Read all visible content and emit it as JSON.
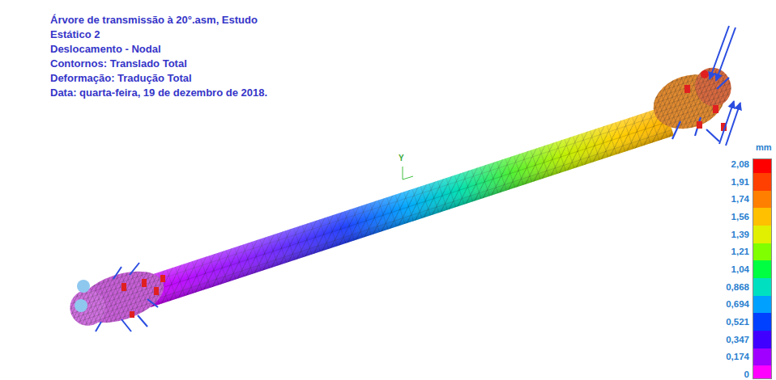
{
  "diagram": {
    "title": "Árvore de transmissão à 20°.asm, Estudo",
    "labels": [
      "Estático 2",
      "Deslocamento - Nodal",
      "Contornos: Translado Total",
      "Deformação: Tradução Total",
      "Data: quarta-feira, 19 de dezembro de 2018.",
      "Y",
      "mm"
    ],
    "legend": [
      {
        "text": "2,08",
        "color": "#ff0000"
      },
      {
        "text": "1,91",
        "color": "#ff4000"
      },
      {
        "text": "1,74",
        "color": "#ff8000"
      },
      {
        "text": "1,56",
        "color": "#ffc000"
      },
      {
        "text": "1,39",
        "color": "#e0f000"
      },
      {
        "text": "1,21",
        "color": "#80ff00"
      },
      {
        "text": "1,04",
        "color": "#00ff40"
      },
      {
        "text": "0,868",
        "color": "#00e0c0"
      },
      {
        "text": "0,694",
        "color": "#00a0ff"
      },
      {
        "text": "0,521",
        "color": "#0040ff"
      },
      {
        "text": "0,347",
        "color": "#4000ff"
      },
      {
        "text": "0,174",
        "color": "#a000ff"
      },
      {
        "text": "0",
        "color": "#ff00ff"
      }
    ]
  }
}
